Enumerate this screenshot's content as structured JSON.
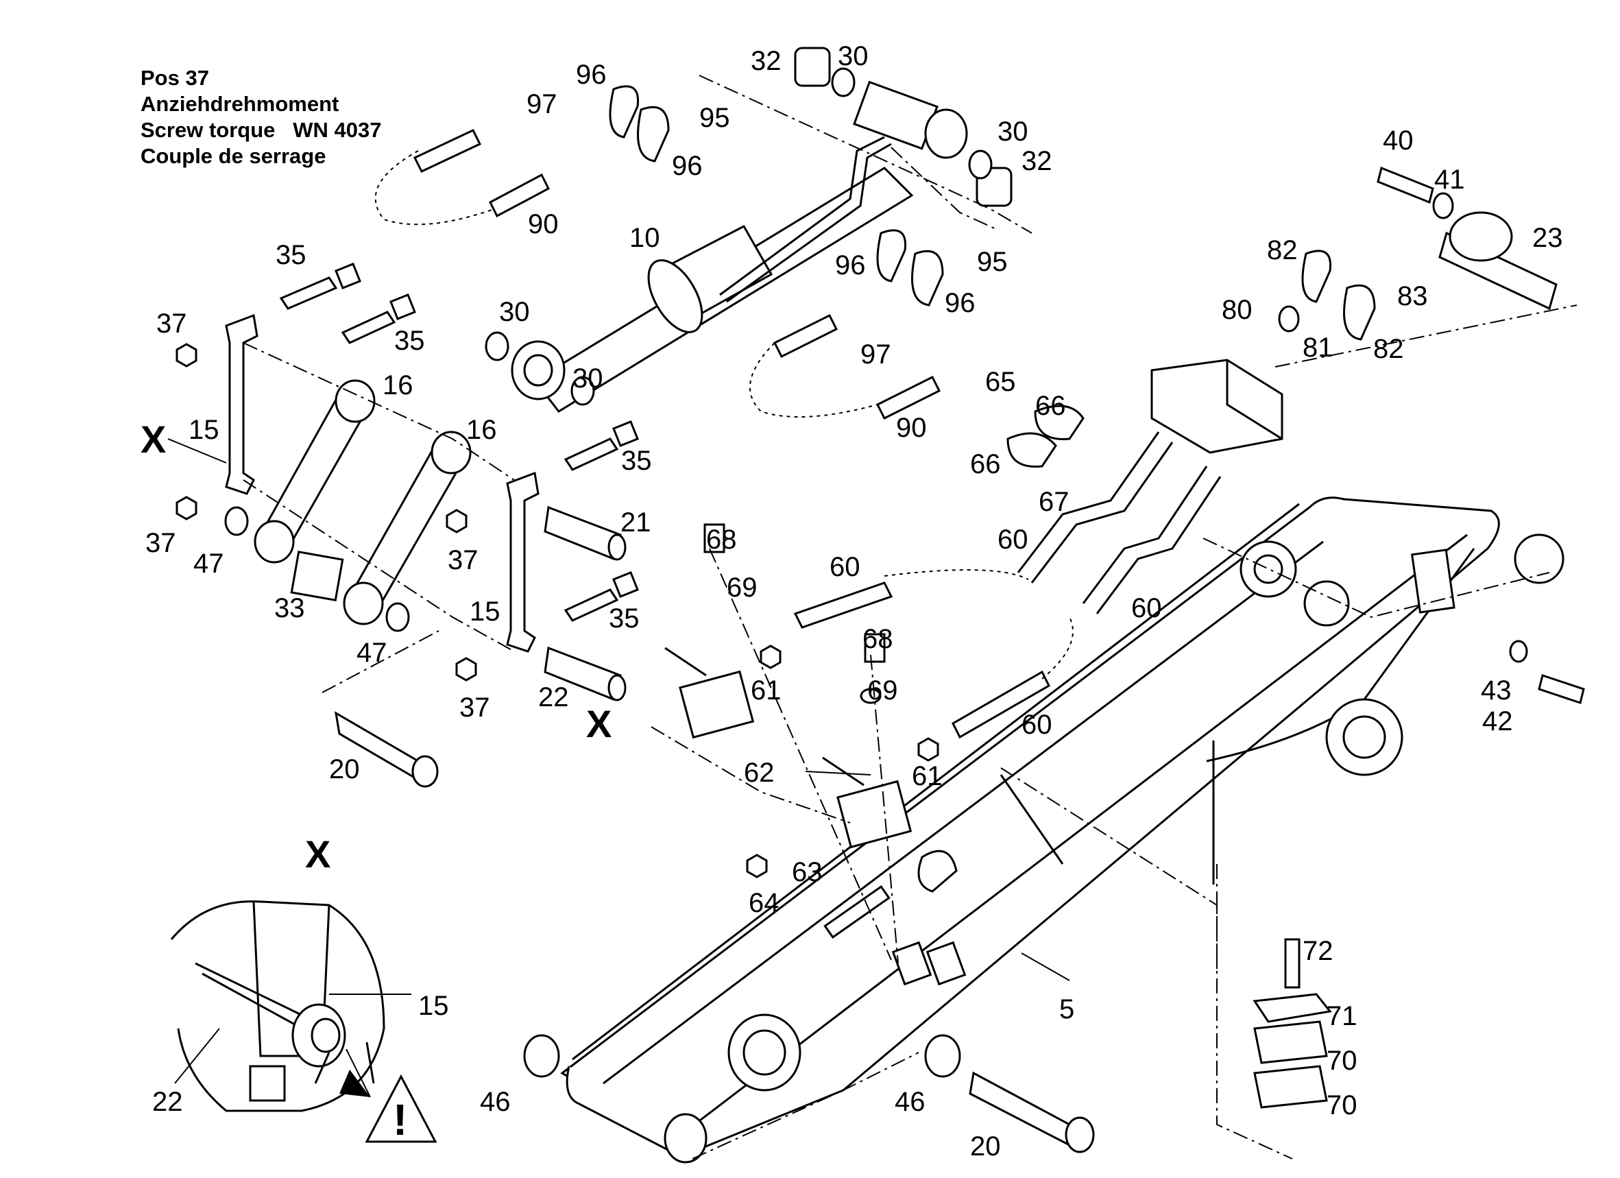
{
  "header": {
    "line1": "Pos 37",
    "line2": "Anziehdrehmoment",
    "line3": "Screw torque   WN 4037",
    "line4": "Couple de serrage"
  },
  "view_marks": {
    "x_left": "X",
    "x_middle": "X",
    "x_detail": "X"
  },
  "warning_symbol": "!",
  "labels": [
    "32",
    "30",
    "96",
    "97",
    "95",
    "96",
    "30",
    "32",
    "90",
    "10",
    "40",
    "41",
    "23",
    "35",
    "37",
    "35",
    "16",
    "30",
    "30",
    "96",
    "95",
    "96",
    "82",
    "83",
    "80",
    "81",
    "82",
    "97",
    "65",
    "66",
    "90",
    "15",
    "16",
    "35",
    "66",
    "67",
    "37",
    "21",
    "37",
    "47",
    "33",
    "68",
    "69",
    "60",
    "60",
    "60",
    "15",
    "35",
    "47",
    "68",
    "69",
    "61",
    "60",
    "43",
    "42",
    "37",
    "22",
    "62",
    "61",
    "20",
    "63",
    "64",
    "15",
    "72",
    "5",
    "71",
    "70",
    "70",
    "22",
    "46",
    "46",
    "20"
  ]
}
